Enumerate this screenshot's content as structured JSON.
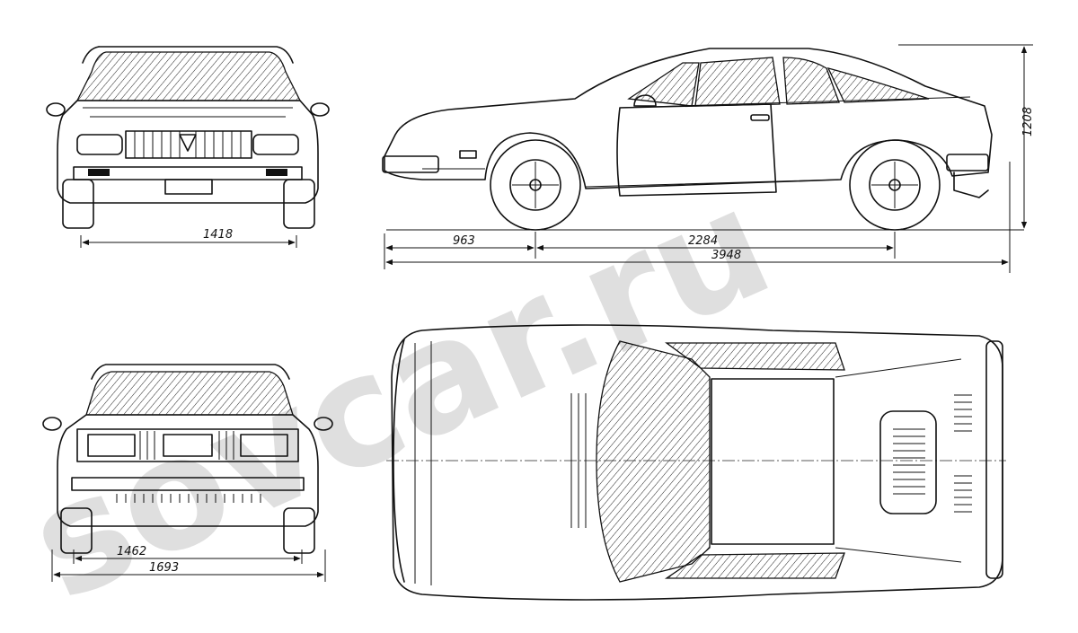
{
  "views": {
    "front": {
      "dimensions": {
        "track": "1418"
      }
    },
    "side": {
      "dimensions": {
        "height": "1208",
        "front_overhang": "963",
        "wheelbase": "2284",
        "overall_length": "3948"
      }
    },
    "rear": {
      "dimensions": {
        "track": "1462",
        "overall_width": "1693"
      }
    },
    "top": {}
  },
  "watermark": {
    "text": "sovcar.ru",
    "color": "#b5b5b5"
  },
  "colors": {
    "ink": "#111111",
    "paper": "#ffffff"
  }
}
